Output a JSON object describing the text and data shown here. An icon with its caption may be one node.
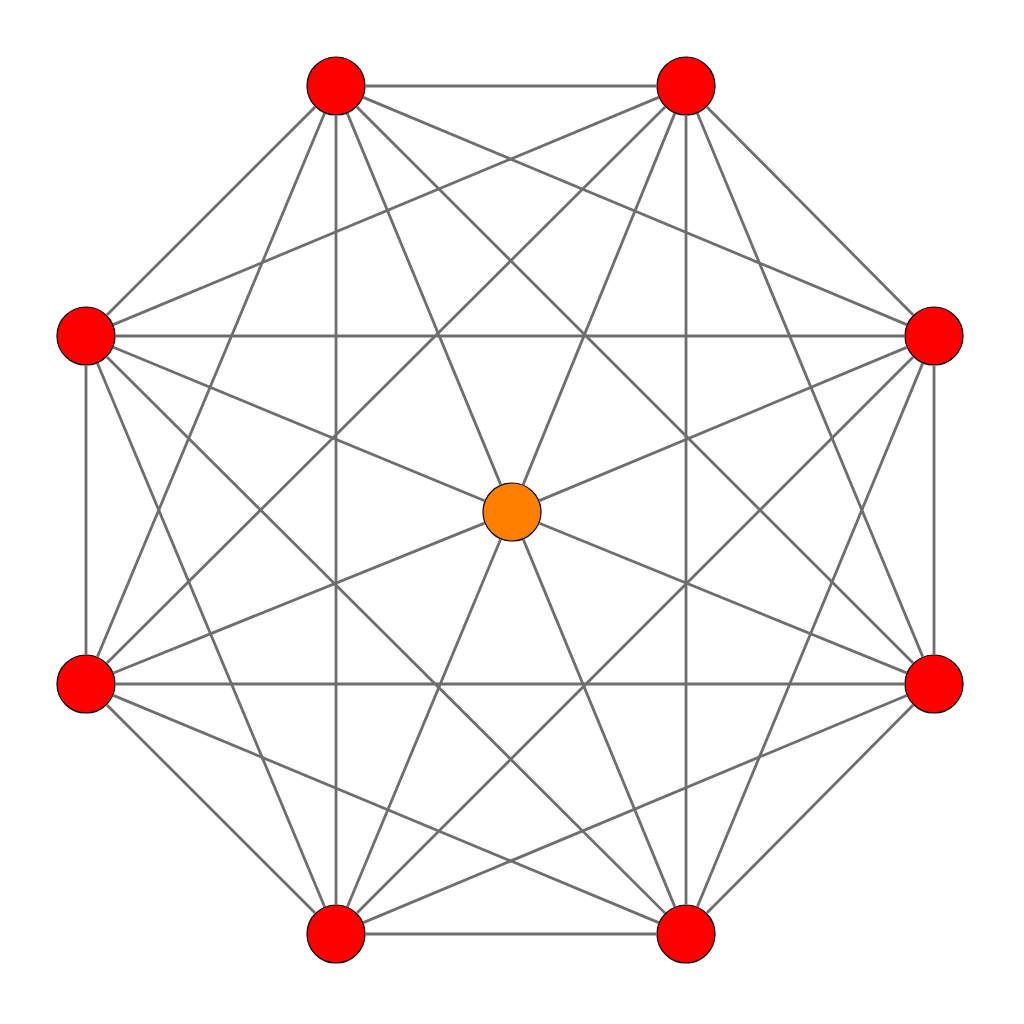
{
  "diagram": {
    "nodes": [
      {
        "text": [],
        "shape": "circle"
      },
      {
        "text": [],
        "shape": "circle"
      },
      {
        "text": [],
        "shape": "circle"
      },
      {
        "text": [],
        "shape": "circle"
      },
      {
        "text": [],
        "shape": "circle"
      },
      {
        "text": [],
        "shape": "circle"
      },
      {
        "text": [],
        "shape": "circle"
      },
      {
        "text": [],
        "shape": "circle"
      },
      {
        "text": [],
        "shape": "circle"
      }
    ],
    "edges": [
      {
        "from": 0,
        "to": 1,
        "arrow": "none"
      },
      {
        "from": 0,
        "to": 2,
        "arrow": "none"
      },
      {
        "from": 0,
        "to": 3,
        "arrow": "none"
      },
      {
        "from": 0,
        "to": 5,
        "arrow": "none"
      },
      {
        "from": 0,
        "to": 6,
        "arrow": "none"
      },
      {
        "from": 0,
        "to": 7,
        "arrow": "none"
      },
      {
        "from": 1,
        "to": 2,
        "arrow": "none"
      },
      {
        "from": 1,
        "to": 3,
        "arrow": "none"
      },
      {
        "from": 1,
        "to": 5,
        "arrow": "none"
      },
      {
        "from": 1,
        "to": 6,
        "arrow": "none"
      },
      {
        "from": 1,
        "to": 8,
        "arrow": "none"
      },
      {
        "from": 2,
        "to": 3,
        "arrow": "none"
      },
      {
        "from": 2,
        "to": 5,
        "arrow": "none"
      },
      {
        "from": 2,
        "to": 7,
        "arrow": "none"
      },
      {
        "from": 2,
        "to": 8,
        "arrow": "none"
      },
      {
        "from": 3,
        "to": 6,
        "arrow": "none"
      },
      {
        "from": 3,
        "to": 7,
        "arrow": "none"
      },
      {
        "from": 3,
        "to": 8,
        "arrow": "none"
      },
      {
        "from": 5,
        "to": 6,
        "arrow": "none"
      },
      {
        "from": 5,
        "to": 7,
        "arrow": "none"
      },
      {
        "from": 5,
        "to": 8,
        "arrow": "none"
      },
      {
        "from": 6,
        "to": 7,
        "arrow": "none"
      },
      {
        "from": 6,
        "to": 8,
        "arrow": "none"
      },
      {
        "from": 7,
        "to": 8,
        "arrow": "none"
      },
      {
        "from": 4,
        "to": 0,
        "arrow": "none"
      },
      {
        "from": 4,
        "to": 1,
        "arrow": "none"
      },
      {
        "from": 4,
        "to": 2,
        "arrow": "none"
      },
      {
        "from": 4,
        "to": 3,
        "arrow": "none"
      },
      {
        "from": 4,
        "to": 5,
        "arrow": "none"
      },
      {
        "from": 4,
        "to": 6,
        "arrow": "none"
      },
      {
        "from": 4,
        "to": 7,
        "arrow": "none"
      },
      {
        "from": 4,
        "to": 8,
        "arrow": "none"
      }
    ]
  }
}
